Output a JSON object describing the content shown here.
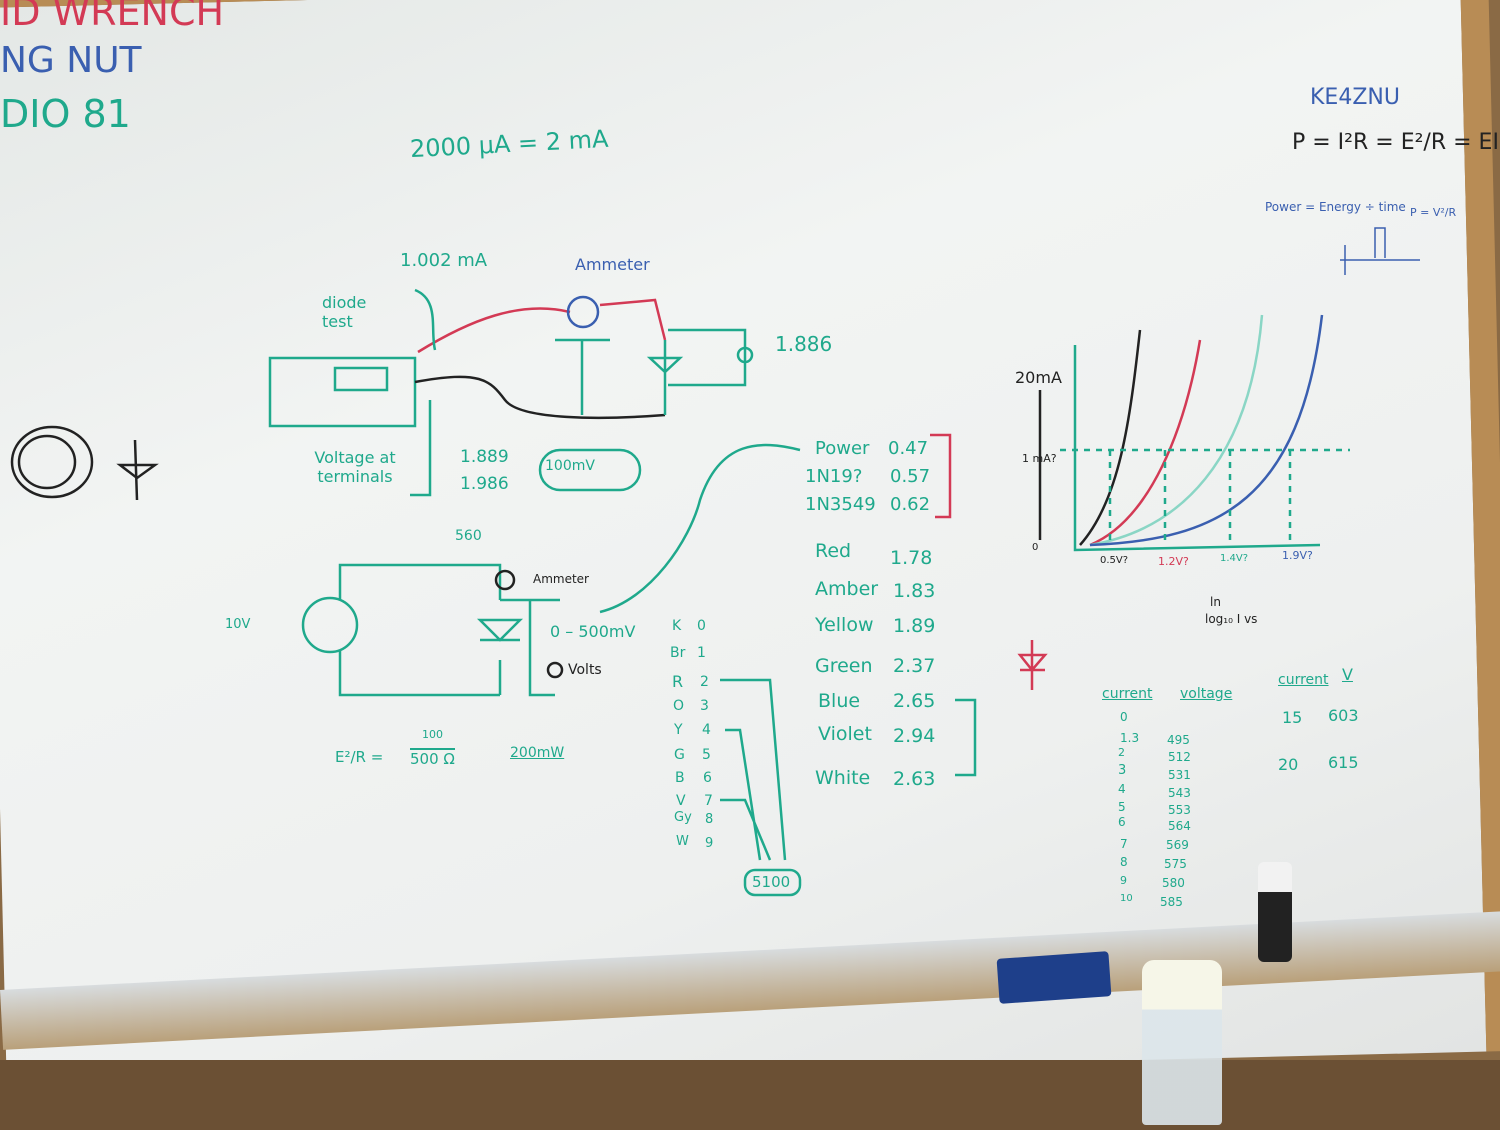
{
  "top_left": {
    "line1": "ID WRENCH",
    "line2": "NG NUT",
    "line3": "DIO 81"
  },
  "header_eq": "2000 µA = 2 mA",
  "callsign": "KE4ZNU",
  "power_eq": "P = I²R = E²/R = EI",
  "power_note": "Power = Energy ÷ time",
  "power_note2": "P = V²/R",
  "circuit1": {
    "current": "1.002 mA",
    "ammeter": "Ammeter",
    "diode_test": "diode test",
    "reading": "1.886",
    "voltage_label": "Voltage at terminals",
    "readings": [
      "1.889",
      "1.986"
    ],
    "range": "100mV"
  },
  "circuit2": {
    "resistor": "560",
    "ammeter": "Ammeter",
    "source": "10V",
    "range": "0 – 500mV",
    "volts": "Volts",
    "power_eq_left": "E²/R =",
    "power_num": "100",
    "power_den": "500 Ω",
    "power_result": "200mW"
  },
  "diodes": [
    {
      "name": "Power",
      "v": "0.47"
    },
    {
      "name": "1N19?",
      "v": "0.57"
    },
    {
      "name": "1N3549",
      "v": "0.62"
    }
  ],
  "leds": [
    {
      "name": "Red",
      "v": "1.78"
    },
    {
      "name": "Amber",
      "v": "1.83"
    },
    {
      "name": "Yellow",
      "v": "1.89"
    },
    {
      "name": "Green",
      "v": "2.37"
    },
    {
      "name": "Blue",
      "v": "2.65"
    },
    {
      "name": "Violet",
      "v": "2.94"
    },
    {
      "name": "White",
      "v": "2.63"
    }
  ],
  "color_code": [
    {
      "c": "K",
      "n": "0"
    },
    {
      "c": "Br",
      "n": "1"
    },
    {
      "c": "R",
      "n": "2"
    },
    {
      "c": "O",
      "n": "3"
    },
    {
      "c": "Y",
      "n": "4"
    },
    {
      "c": "G",
      "n": "5"
    },
    {
      "c": "B",
      "n": "6"
    },
    {
      "c": "V",
      "n": "7"
    },
    {
      "c": "Gy",
      "n": "8"
    },
    {
      "c": "W",
      "n": "9"
    }
  ],
  "color_code_result": "5100",
  "graph": {
    "y_top": "20mA",
    "y_mid": "1 mA?",
    "y_zero": "0",
    "x_ticks": [
      "0.5V?",
      "1.2V?",
      "1.4V?",
      "1.9V?"
    ]
  },
  "log_note": {
    "l1": "ln",
    "l2": "log₁₀ I vs"
  },
  "table1": {
    "headers": [
      "current",
      "voltage"
    ],
    "rows": [
      [
        "0",
        ""
      ],
      [
        "1.3",
        "495"
      ],
      [
        "2",
        "512"
      ],
      [
        "3",
        "531"
      ],
      [
        "4",
        "543"
      ],
      [
        "5",
        "553"
      ],
      [
        "6",
        "564"
      ],
      [
        "7",
        "569"
      ],
      [
        "8",
        "575"
      ],
      [
        "9",
        "580"
      ],
      [
        "10",
        "585"
      ]
    ]
  },
  "table2": {
    "headers": [
      "current",
      "V"
    ],
    "rows": [
      [
        "15",
        "603"
      ],
      [
        "20",
        "615"
      ]
    ]
  },
  "colors": {
    "green": "#1fa98c",
    "red": "#d33a55",
    "blue": "#3a5fb0",
    "black": "#222222"
  }
}
